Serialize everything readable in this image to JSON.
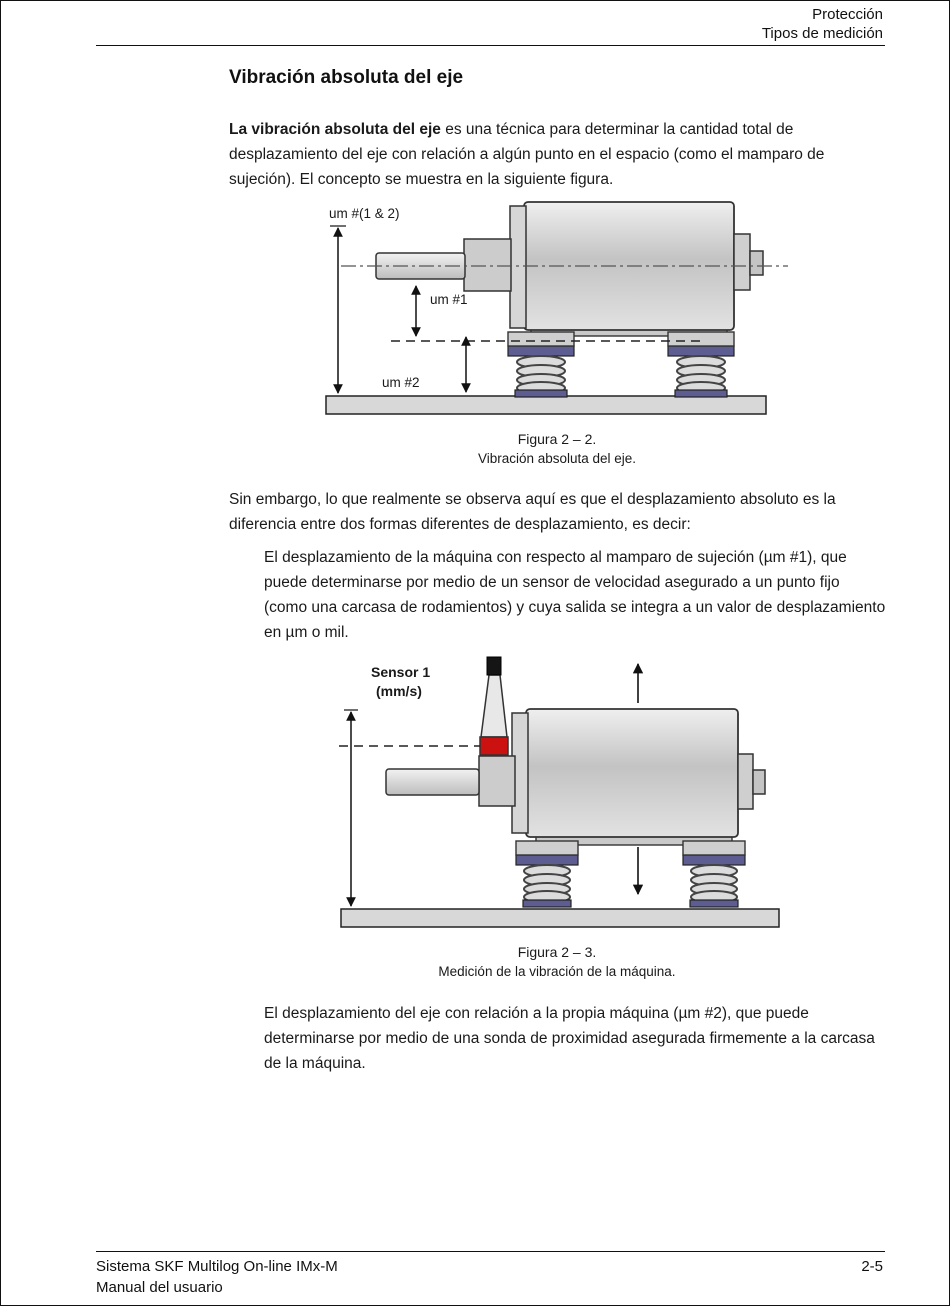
{
  "colors": {
    "mount_blue": "#5d5d92",
    "sensor_red": "#cc1111",
    "machine_gray": "#c9c9c9",
    "base_gray": "#d8d8d8"
  },
  "header": {
    "line1": "Protección",
    "line2": "Tipos de medición"
  },
  "title": "Vibración absoluta del eje",
  "paragraphs": {
    "intro_bold": "La vibración absoluta del eje",
    "intro_rest": " es una técnica para determinar la cantidad total de desplazamiento del eje con relación a algún punto en el espacio (como el mamparo de sujeción). El concepto se muestra en la siguiente figura.",
    "observation": "Sin embargo, lo que realmente se observa aquí es que el desplazamiento absoluto es la diferencia entre dos formas diferentes de desplazamiento, es decir:",
    "displacement1": "El desplazamiento de la máquina con respecto al mamparo de sujeción (µm #1), que puede determinarse por medio de un sensor de velocidad asegurado a un punto fijo (como una carcasa de rodamientos) y cuya salida se integra a un valor de desplazamiento en µm o mil.",
    "displacement2": "El desplazamiento del eje con relación a la propia máquina (µm #2), que puede determinarse por medio de una sonda de proximidad asegurada firmemente a la carcasa de la máquina."
  },
  "figure1": {
    "labels": {
      "um12": "um #(1 & 2)",
      "um1": "um #1",
      "um2": "um #2"
    },
    "caption1": "Figura 2 – 2.",
    "caption2": "Vibración absoluta del eje."
  },
  "figure2": {
    "labels": {
      "sensor1": "Sensor 1",
      "sensor2": "(mm/s)"
    },
    "caption1": "Figura 2 – 3.",
    "caption2": "Medición de la vibración de la máquina."
  },
  "footer": {
    "doc1": "Sistema SKF Multilog On-line IMx-M",
    "doc2": "Manual del usuario",
    "page": "2-5"
  }
}
